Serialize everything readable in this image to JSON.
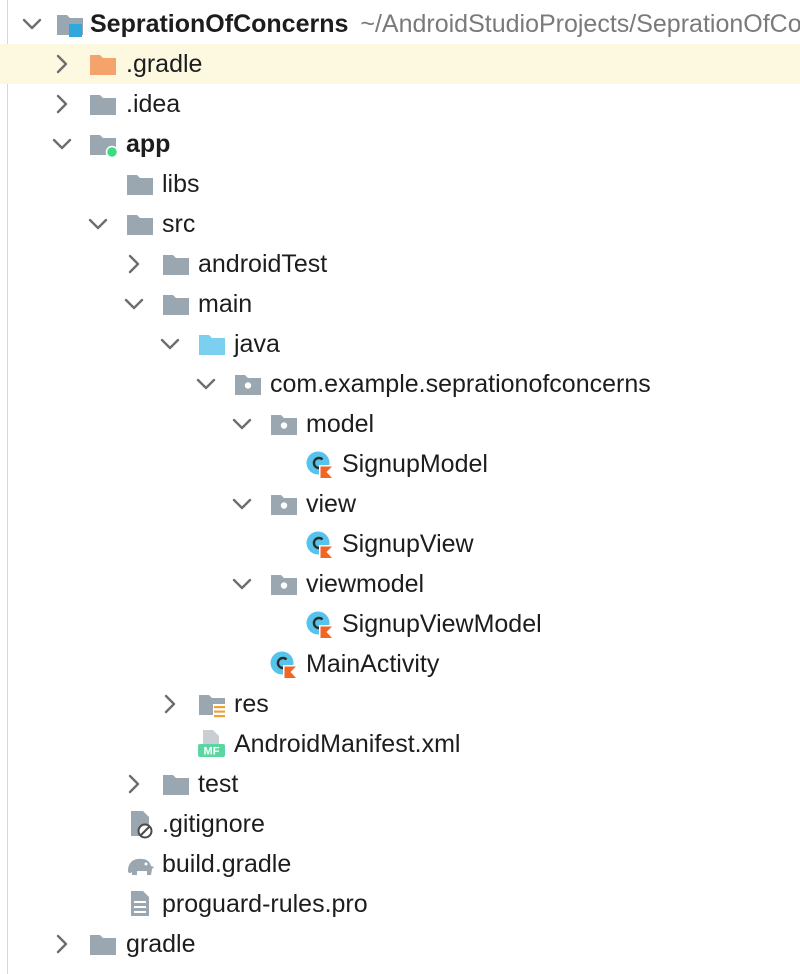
{
  "project_tree": {
    "rows": [
      {
        "name": "project-root",
        "label": "SeprationOfConcerns",
        "path": "~/AndroidStudioProjects/SeprationOfConcerns",
        "icon": "module-folder-icon",
        "arrow": "expanded",
        "bold": true
      },
      {
        "name": "gradle-cache-folder",
        "label": ".gradle",
        "icon": "excluded-folder-icon",
        "arrow": "collapsed",
        "highlighted": true
      },
      {
        "name": "idea-folder",
        "label": ".idea",
        "icon": "folder-icon",
        "arrow": "collapsed"
      },
      {
        "name": "app-module",
        "label": "app",
        "icon": "android-module-folder-icon",
        "arrow": "expanded",
        "bold": true
      },
      {
        "name": "libs-folder",
        "label": "libs",
        "icon": "folder-icon",
        "arrow": "none"
      },
      {
        "name": "src-folder",
        "label": "src",
        "icon": "folder-icon",
        "arrow": "expanded"
      },
      {
        "name": "androidtest-folder",
        "label": "androidTest",
        "icon": "folder-icon",
        "arrow": "collapsed"
      },
      {
        "name": "main-folder",
        "label": "main",
        "icon": "folder-icon",
        "arrow": "expanded"
      },
      {
        "name": "java-folder",
        "label": "java",
        "icon": "source-root-folder-icon",
        "arrow": "expanded"
      },
      {
        "name": "package-root",
        "label": "com.example.seprationofconcerns",
        "icon": "package-icon",
        "arrow": "expanded"
      },
      {
        "name": "model-package",
        "label": "model",
        "icon": "package-icon",
        "arrow": "expanded"
      },
      {
        "name": "signup-model-file",
        "label": "SignupModel",
        "icon": "kotlin-class-icon",
        "arrow": "none"
      },
      {
        "name": "view-package",
        "label": "view",
        "icon": "package-icon",
        "arrow": "expanded"
      },
      {
        "name": "signup-view-file",
        "label": "SignupView",
        "icon": "kotlin-class-icon",
        "arrow": "none"
      },
      {
        "name": "viewmodel-package",
        "label": "viewmodel",
        "icon": "package-icon",
        "arrow": "expanded"
      },
      {
        "name": "signup-viewmodel-file",
        "label": "SignupViewModel",
        "icon": "kotlin-class-icon",
        "arrow": "none"
      },
      {
        "name": "main-activity-file",
        "label": "MainActivity",
        "icon": "kotlin-class-icon",
        "arrow": "none"
      },
      {
        "name": "res-folder",
        "label": "res",
        "icon": "resources-folder-icon",
        "arrow": "collapsed"
      },
      {
        "name": "android-manifest-file",
        "label": "AndroidManifest.xml",
        "icon": "manifest-file-icon",
        "icon_text": "MF",
        "arrow": "none"
      },
      {
        "name": "test-folder",
        "label": "test",
        "icon": "folder-icon",
        "arrow": "collapsed"
      },
      {
        "name": "gitignore-file",
        "label": ".gitignore",
        "icon": "ignored-file-icon",
        "arrow": "none"
      },
      {
        "name": "build-gradle-file",
        "label": "build.gradle",
        "icon": "gradle-elephant-icon",
        "arrow": "none"
      },
      {
        "name": "proguard-rules-file",
        "label": "proguard-rules.pro",
        "icon": "text-file-icon",
        "arrow": "none"
      },
      {
        "name": "gradle-folder",
        "label": "gradle",
        "icon": "folder-icon",
        "arrow": "collapsed"
      }
    ]
  },
  "colors": {
    "folder": "#9aa7b0",
    "excluded_folder": "#f4a36a",
    "source_root": "#7cd0ef",
    "kotlin_circle": "#56c3ea",
    "kotlin_k": "#f26522",
    "module_badge": "#2ea8dd",
    "android_badge": "#3ddc84",
    "manifest_badge": "#5cd6a0",
    "resources_badge": "#e8a33d",
    "highlight_row": "#fdf8e0"
  }
}
